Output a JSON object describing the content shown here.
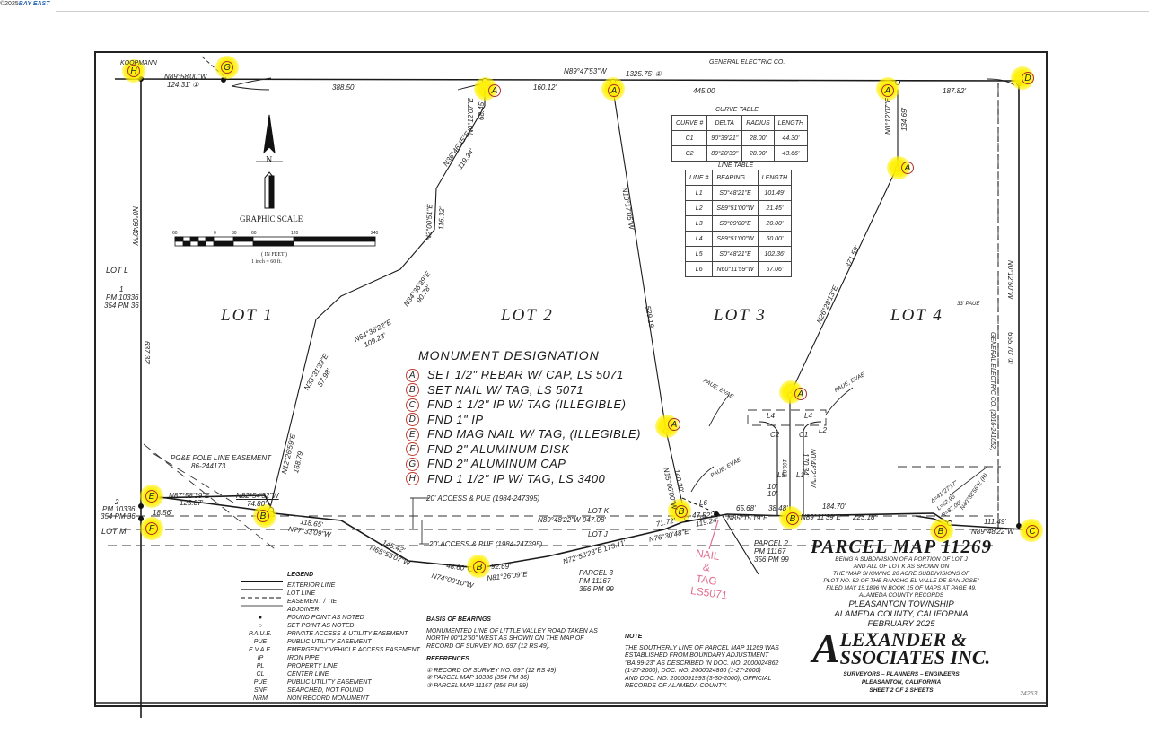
{
  "header": {
    "logo_prefix": "©2025",
    "logo_brand": "BAY EAST"
  },
  "map": {
    "adjoiners": {
      "top": "GENERAL ELECTRIC CO.",
      "top_left": "KOOPMANN",
      "right": "GENERAL ELECTRIC CO.   (2016-241052)",
      "left_lot": "LOT L",
      "left_pm": [
        "1",
        "PM 10336",
        "354 PM 36"
      ],
      "bottom_left_pm": [
        "2",
        "PM 10336",
        "354 PM 36"
      ],
      "lot_m": "LOT M",
      "lot_k": "LOT K",
      "lot_j": "LOT J",
      "parcel3": [
        "PARCEL 3",
        "PM 11167",
        "356 PM 99"
      ],
      "parcel2": [
        "PARCEL 2",
        "PM 11167",
        "356 PM 99"
      ]
    },
    "lots": [
      "LOT 1",
      "LOT 2",
      "LOT 3",
      "LOT 4"
    ],
    "dimensions": {
      "top_bearing_left": "N89°58'00\"W",
      "top_dist_left": "124.31' ①",
      "top_388": "388.50'",
      "top_160": "160.12'",
      "top_bearing_mid": "N89°47'53\"W",
      "top_total": "1325.75' ①",
      "top_445": "445.00",
      "top_187": "187.82'",
      "a1_bearing": "N0°12'07\"E",
      "a1_dist": "68.45'",
      "a4_bearing": "N0°12'07\"E",
      "a4_dist": "134.69'",
      "left_bearing": "N0°09'40\"W",
      "left_dist": "637.32'",
      "right_bearing": "N0°12'50\"W",
      "right_dist": "655.70' ①",
      "paue_33": "33' PAUE",
      "l12_1_bearing": "N36°46'45\"E",
      "l12_1_dist": "119.34'",
      "l12_2_bearing": "N2°00'51\"E",
      "l12_2_dist": "116.32'",
      "l12_3_bearing": "N34°36'39\"E",
      "l12_3_dist": "90.78'",
      "l12_4_bearing": "N64°36'22\"E",
      "l12_4_dist": "109.23'",
      "l12_5_bearing": "N33°31'39\"E",
      "l12_5_dist": "87.98'",
      "l12_6_bearing": "N12°26'59\"E",
      "l12_6_dist": "168.79'",
      "l23_bearing": "N10°17'05\"W",
      "l23_dist": "529.19'",
      "l23b_bearing": "N15°06'00\"W",
      "l23b_dist": "140.30'",
      "l34_bearing": "N26°28'13\"E",
      "l34_dist": "371.59'",
      "flag_bearing": "N0°48'21\"W",
      "flag_dist": "170.34'",
      "flag_dist2": "169.83'",
      "ten_a": "10'",
      "ten_b": "10'",
      "s_e_bearing": "N87°58'39\"E",
      "s_e_dist": "125.87'",
      "s_1856": "18.56'",
      "s_b1_bearing": "N82°54'32\"W",
      "s_b1_dist": "74.80'",
      "s_118": "118.65'",
      "s_77": "N77°33'09\"W",
      "s_145": "145.42'",
      "s_65": "N65°55'07\"W",
      "s_4860": "48.60'",
      "s_74": "N74°00'10\"W",
      "s_9269": "92.69'",
      "s_81": "N81°26'09\"E",
      "s_72": "N72°53'28\"E",
      "s_173": "173.11'",
      "s_76": "N76°30'48\"E",
      "s_7172": "71.72'",
      "s_4752": "47.52'",
      "s_11924": "119.24'",
      "lotk_bearing": "N89°48'22\"W  947.08'",
      "s_6568": "65.68'",
      "s_85": "N85°15'19\"E",
      "s_3848": "38.48'",
      "s_18470": "184.70'",
      "s_89": "N89°11'39\"E",
      "s_22318": "223.18'",
      "curve_delta": "Δ=41°27'17\"",
      "curve_l": "L=62.95'",
      "curve_r": "R=87.00'",
      "curve_rad": "N40°38'56\"E (R)",
      "s_11149": "111.49'",
      "s_89b": "N89°48'22\"W",
      "access_top": "20' ACCESS & PUE (1984-247395)",
      "access_bot": "20' ACCESS & PUE (1984-247395)",
      "pge": [
        "PG&E POLE LINE EASEMENT",
        "86-244173"
      ],
      "paue_evae": "PAUE, EVAE",
      "l_labels": [
        "L1",
        "L2",
        "L3",
        "L4",
        "L5",
        "L6",
        "C1",
        "C2",
        "L4"
      ]
    },
    "markers": [
      "H",
      "G",
      "A",
      "A",
      "A",
      "D",
      "A",
      "A",
      "A",
      "E",
      "F",
      "B",
      "B",
      "B",
      "B",
      "B",
      "C"
    ],
    "handwritten_note": [
      "NAIL",
      "&",
      "TAG",
      "LS5071"
    ]
  },
  "north_arrow": {
    "label": "N"
  },
  "graphic_scale": {
    "title": "GRAPHIC SCALE",
    "ticks": [
      "60",
      "0",
      "30",
      "60",
      "120",
      "240"
    ],
    "units": "( IN FEET )",
    "ratio": "1 inch = 60 ft."
  },
  "curve_table": {
    "title": "CURVE TABLE",
    "headers": [
      "CURVE #",
      "DELTA",
      "RADIUS",
      "LENGTH"
    ],
    "rows": [
      [
        "C1",
        "90°39'21\"",
        "28.00'",
        "44.30'"
      ],
      [
        "C2",
        "89°20'39\"",
        "28.00'",
        "43.66'"
      ]
    ]
  },
  "line_table": {
    "title": "LINE TABLE",
    "headers": [
      "LINE #",
      "BEARING",
      "LENGTH"
    ],
    "rows": [
      [
        "L1",
        "S0°48'21\"E",
        "101.49'"
      ],
      [
        "L2",
        "S89°51'00\"W",
        "21.45'"
      ],
      [
        "L3",
        "S0°09'00\"E",
        "20.00'"
      ],
      [
        "L4",
        "S89°51'00\"W",
        "60.00'"
      ],
      [
        "L5",
        "S0°48'21\"E",
        "102.36'"
      ],
      [
        "L6",
        "N60°11'59\"W",
        "67.06'"
      ]
    ]
  },
  "monument_designation": {
    "title": "MONUMENT DESIGNATION",
    "items": [
      {
        "code": "A",
        "text": "SET 1/2\" REBAR W/ CAP, LS 5071"
      },
      {
        "code": "B",
        "text": "SET NAIL W/ TAG, LS 5071"
      },
      {
        "code": "C",
        "text": "FND 1 1/2\" IP W/ TAG (ILLEGIBLE)"
      },
      {
        "code": "D",
        "text": "FND 1\" IP"
      },
      {
        "code": "E",
        "text": "FND MAG NAIL W/ TAG, (ILLEGIBLE)"
      },
      {
        "code": "F",
        "text": "FND 2\" ALUMINUM DISK"
      },
      {
        "code": "G",
        "text": "FND 2\" ALUMINUM CAP"
      },
      {
        "code": "H",
        "text": "FND 1 1/2\" IP W/ TAG, LS 3400"
      }
    ]
  },
  "legend": {
    "title": "LEGEND",
    "items": [
      {
        "symbol": "",
        "text": "EXTERIOR LINE"
      },
      {
        "symbol": "",
        "text": "LOT LINE"
      },
      {
        "symbol": "",
        "text": "EASEMENT / TIE"
      },
      {
        "symbol": "",
        "text": "ADJOINER"
      },
      {
        "symbol": "●",
        "text": "FOUND POINT AS NOTED"
      },
      {
        "symbol": "○",
        "text": "SET POINT AS NOTED"
      },
      {
        "symbol": "P.A.U.E.",
        "text": "PRIVATE ACCESS & UTILITY EASEMENT"
      },
      {
        "symbol": "PUE",
        "text": "PUBLIC UTILITY EASEMENT"
      },
      {
        "symbol": "E.V.A.E.",
        "text": "EMERGENCY VEHICLE ACCESS EASEMENT"
      },
      {
        "symbol": "IP",
        "text": "IRON PIPE"
      },
      {
        "symbol": "PL",
        "text": "PROPERTY LINE"
      },
      {
        "symbol": "CL",
        "text": "CENTER LINE"
      },
      {
        "symbol": "PUE",
        "text": "PUBLIC UTILITY EASEMENT"
      },
      {
        "symbol": "SNF",
        "text": "SEARCHED, NOT FOUND"
      },
      {
        "symbol": "NRM",
        "text": "NON RECORD MONUMENT"
      }
    ]
  },
  "basis_of_bearings": {
    "title": "BASIS OF BEARINGS",
    "lines": [
      "MONUMENTED LINE OF LITTLE VALLEY ROAD TAKEN AS",
      "NORTH 00°12'50\" WEST AS SHOWN ON THE MAP OF",
      "RECORD OF SURVEY NO. 697 (12 RS 49)."
    ]
  },
  "references": {
    "title": "REFERENCES",
    "items": [
      "① RECORD OF SURVEY NO. 697 (12 RS 49)",
      "② PARCEL MAP 10336 (354 PM 36)",
      "③ PARCEL MAP 11167 (356 PM 99)"
    ]
  },
  "note": {
    "title": "NOTE",
    "lines": [
      "THE SOUTHERLY LINE OF PARCEL MAP 11269 WAS",
      "ESTABLISHED FROM BOUNDARY ADJUSTMENT",
      "\"BA 99-23\" AS DESCRIBED IN DOC. NO. 2000024862",
      "(1-27-2000), DOC. NO. 2000024860 (1-27-2000)",
      "AND DOC. NO. 2000091993 (3-30-2000), OFFICIAL",
      "RECORDS OF ALAMEDA COUNTY."
    ]
  },
  "title_block": {
    "title": "PARCEL MAP 11269",
    "description": [
      "BEING A SUBDIVISION OF A PORTION OF LOT J",
      "AND ALL OF LOT K AS SHOWN ON",
      "THE \"MAP SHOWING 20 ACRE SUBDIVISIONS OF",
      "PLOT NO. 52 OF THE RANCHO EL VALLE DE SAN JOSE\"",
      "FILED MAY 15,1896 IN BOOK 15 OF MAPS AT PAGE 49,",
      "ALAMEDA COUNTY RECORDS"
    ],
    "township": "PLEASANTON TOWNSHIP",
    "county": "ALAMEDA COUNTY, CALIFORNIA",
    "date": "FEBRUARY 2025",
    "firm_line1": "LEXANDER &",
    "firm_line2": "SSOCIATES INC.",
    "firm_initial": "A",
    "firm_tagline": "SURVEYORS – PLANNERS – ENGINEERS",
    "firm_city": "PLEASANTON, CALIFORNIA",
    "sheet": "SHEET 2 OF 2 SHEETS",
    "job_no": "24253"
  },
  "colors": {
    "highlight": "#fff200",
    "marker_ring": "#b0302a",
    "handwriting": "#e07090",
    "line": "#1a1a1a"
  }
}
